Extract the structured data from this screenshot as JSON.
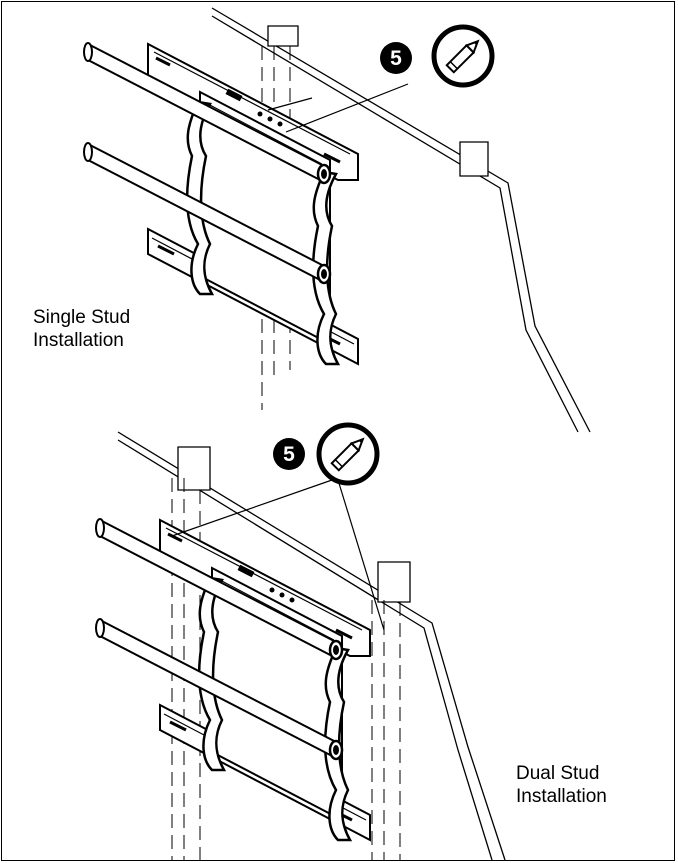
{
  "panels": [
    {
      "id": "single",
      "caption_line1": "Single Stud",
      "caption_line2": "Installation",
      "step_number": "5",
      "step_icon": "pencil-icon"
    },
    {
      "id": "dual",
      "caption_line1": "Dual Stud",
      "caption_line2": "Installation",
      "step_number": "5",
      "step_icon": "pencil-icon"
    }
  ],
  "colors": {
    "line": "#000000",
    "background": "#ffffff"
  }
}
